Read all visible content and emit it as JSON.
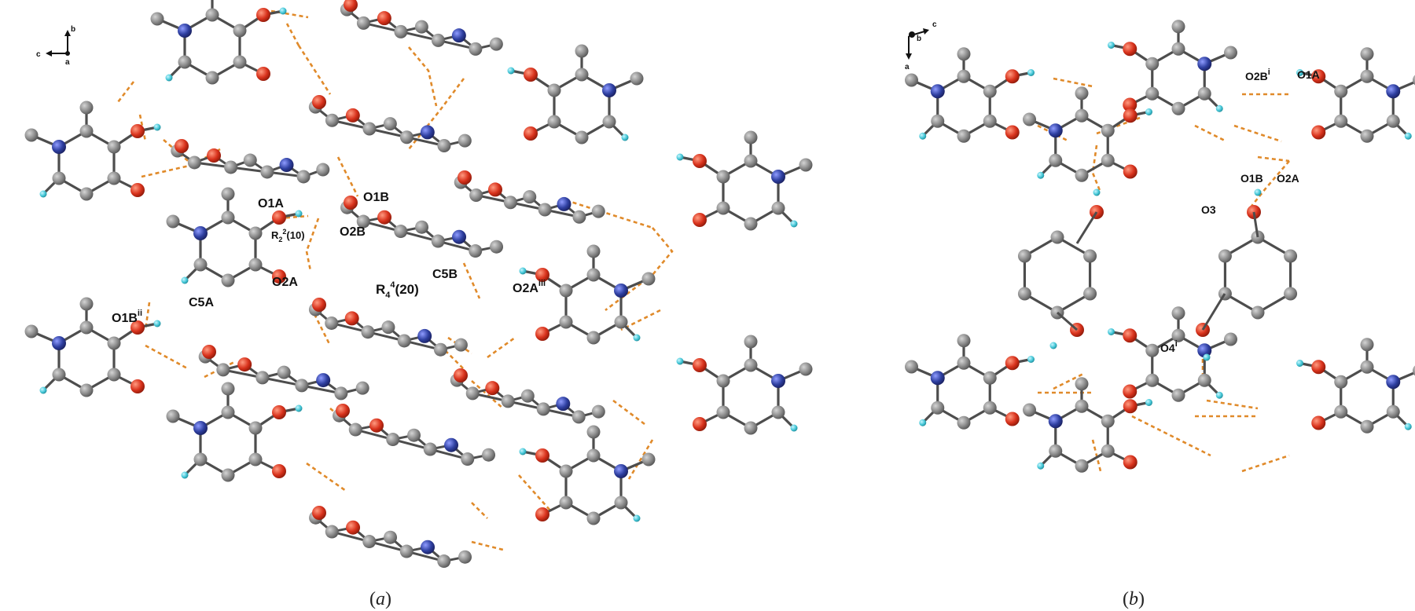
{
  "panel_a": {
    "caption": "a",
    "axes": {
      "up": "b",
      "left": "c",
      "origin": "a"
    },
    "labels": {
      "O1A": "O1A",
      "O1B": "O1B",
      "O2B": "O2B",
      "O2A": "O2A",
      "C5A": "C5A",
      "C5B": "C5B",
      "O1Bii_base": "O1B",
      "O1Bii_sup": "ii",
      "O2Aiii_base": "O2A",
      "O2Aiii_sup": "iii",
      "ring1_R": "R",
      "ring1_sub": "2",
      "ring1_sup": "2",
      "ring1_tail": "(10)",
      "ring2_R": "R",
      "ring2_sub": "4",
      "ring2_sup": "4",
      "ring2_tail": "(20)"
    }
  },
  "panel_b": {
    "caption": "b",
    "axes": {
      "right": "c",
      "down": "a",
      "origin": "b"
    },
    "labels": {
      "O2Bi_base": "O2B",
      "O2Bi_sup": "i",
      "O1A": "O1A",
      "O1B": "O1B",
      "O2A": "O2A",
      "O3": "O3",
      "O4i_base": "O4",
      "O4i_sup": "i"
    }
  },
  "colors": {
    "carbon": "#8a8a8a",
    "oxygen": "#d8321c",
    "nitrogen": "#2e3fa0",
    "hydrogen": "#46c8d8",
    "bond": "#555555",
    "hbond": "#e08a2a"
  }
}
